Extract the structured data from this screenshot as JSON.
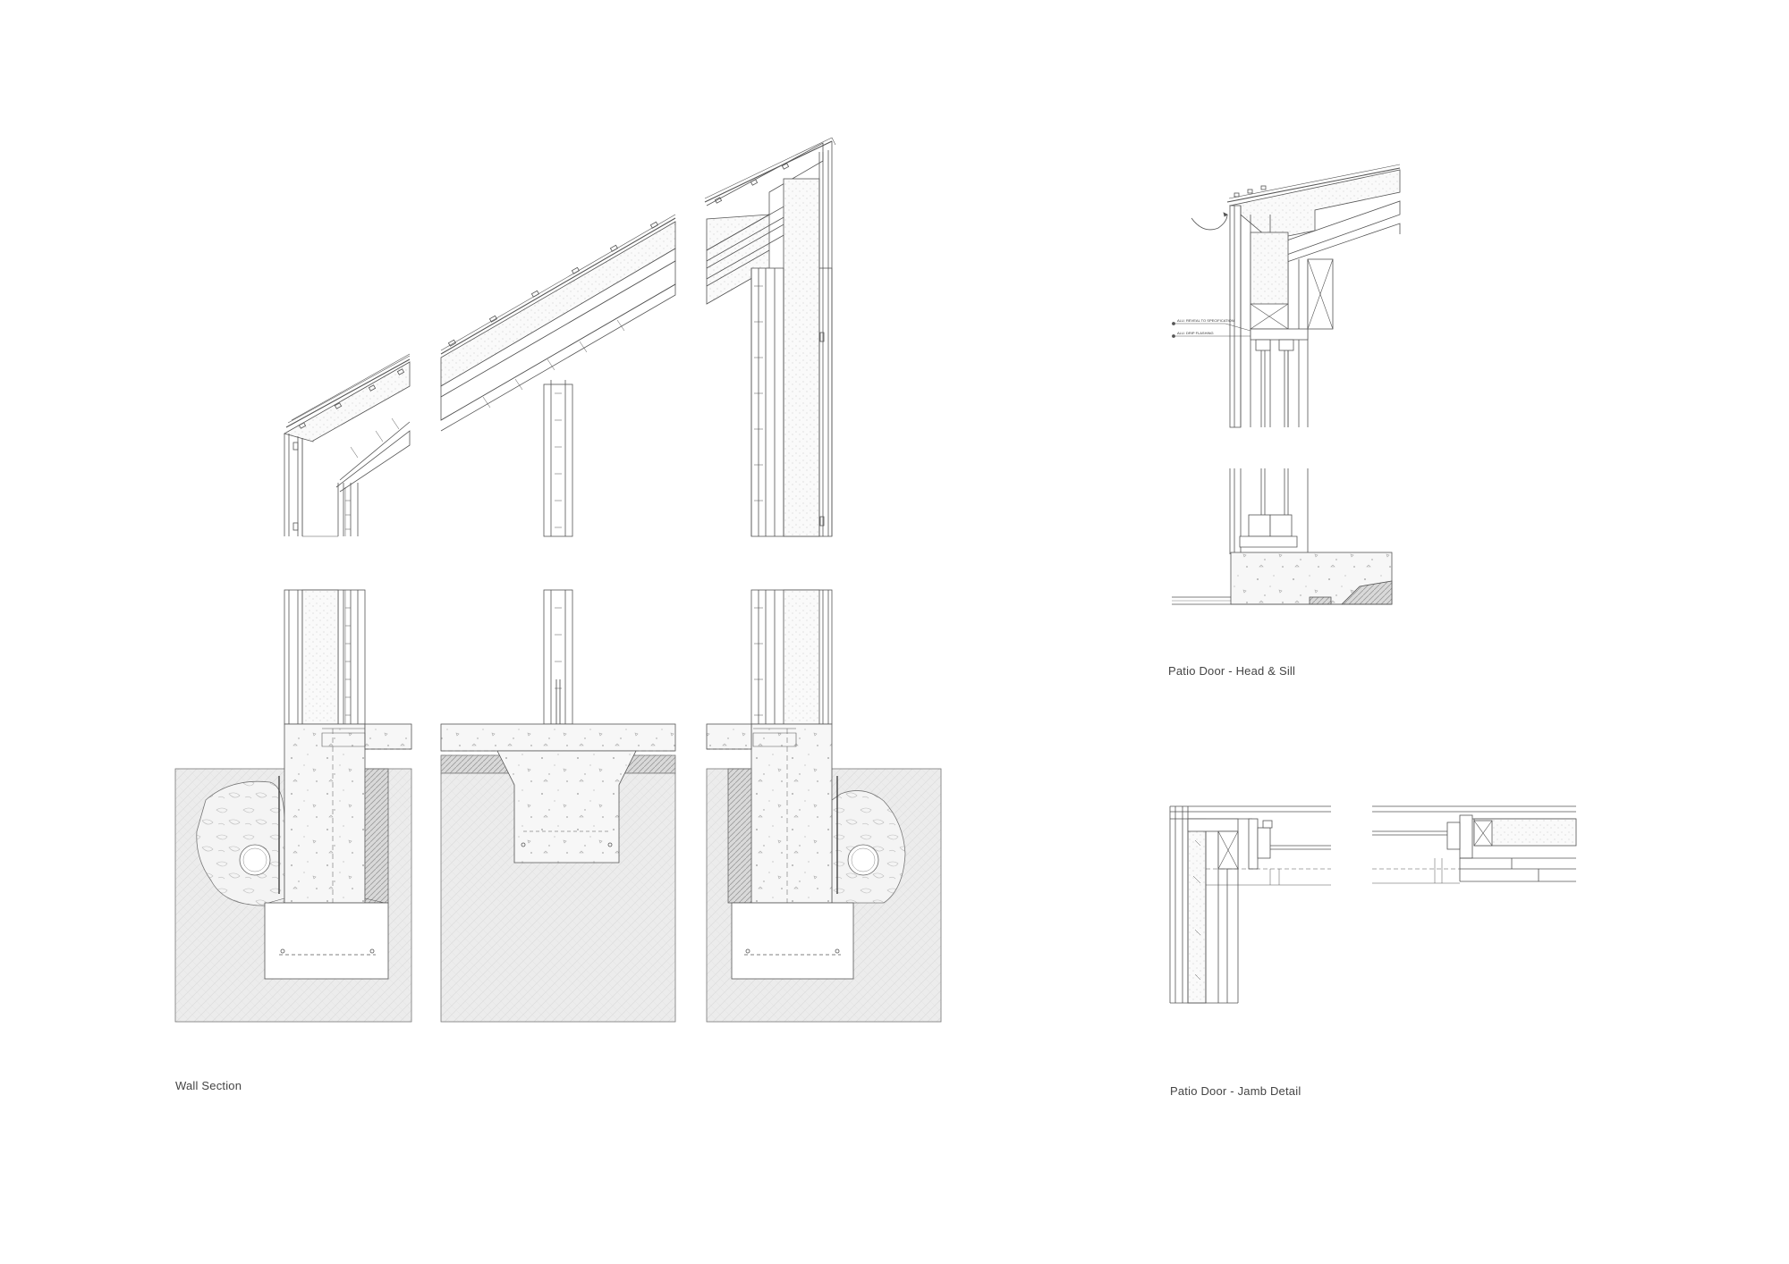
{
  "captions": {
    "wall_section": "Wall Section",
    "head_sill": "Patio Door - Head & Sill",
    "jamb_detail": "Patio Door - Jamb Detail"
  },
  "callouts": {
    "note_1": "ALU. REVEAL TO SPECIFICATION",
    "note_2": "ALU. DRIP FLASHING"
  },
  "colors": {
    "line": "#555555",
    "soil": "#ececec",
    "concrete": "#f7f7f7",
    "insulation": "#fafafa",
    "gravel_edge": "#8c8c8c",
    "membrane": "#999999"
  }
}
